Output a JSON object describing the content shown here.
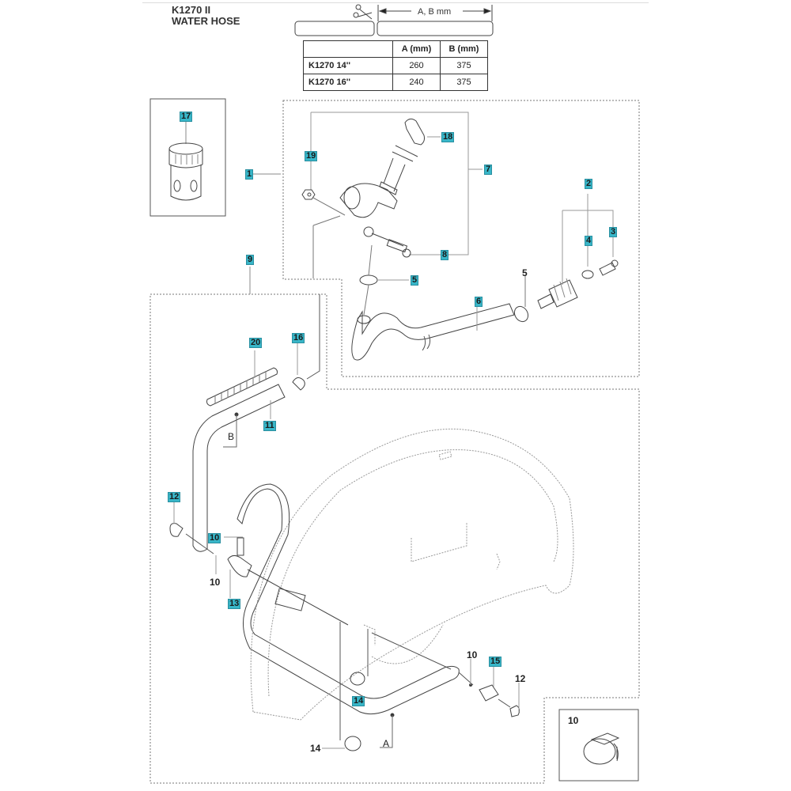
{
  "header": {
    "model": "K1270 II",
    "subtitle": "WATER HOSE",
    "dimension_caption": "A, B mm"
  },
  "dimension_table": {
    "columns": [
      "",
      "A (mm)",
      "B (mm)"
    ],
    "rows": [
      {
        "model": "K1270  14''",
        "a": "260",
        "b": "375"
      },
      {
        "model": "K1270  16''",
        "a": "240",
        "b": "375"
      }
    ]
  },
  "callouts": {
    "c17": "17",
    "c1": "1",
    "c19": "19",
    "c18": "18",
    "c7": "7",
    "c8": "8",
    "c5a": "5",
    "c5b": "5",
    "c6": "6",
    "c2": "2",
    "c4": "4",
    "c3": "3",
    "c9": "9",
    "c20": "20",
    "c16": "16",
    "c11": "11",
    "cB": "B",
    "c12a": "12",
    "c10a": "10",
    "c10b": "10",
    "c13": "13",
    "c14a": "14",
    "c14b": "14",
    "c10c": "10",
    "c15": "15",
    "c12b": "12",
    "cA": "A",
    "c10d": "10"
  },
  "highlight_color": "#38b6c8"
}
